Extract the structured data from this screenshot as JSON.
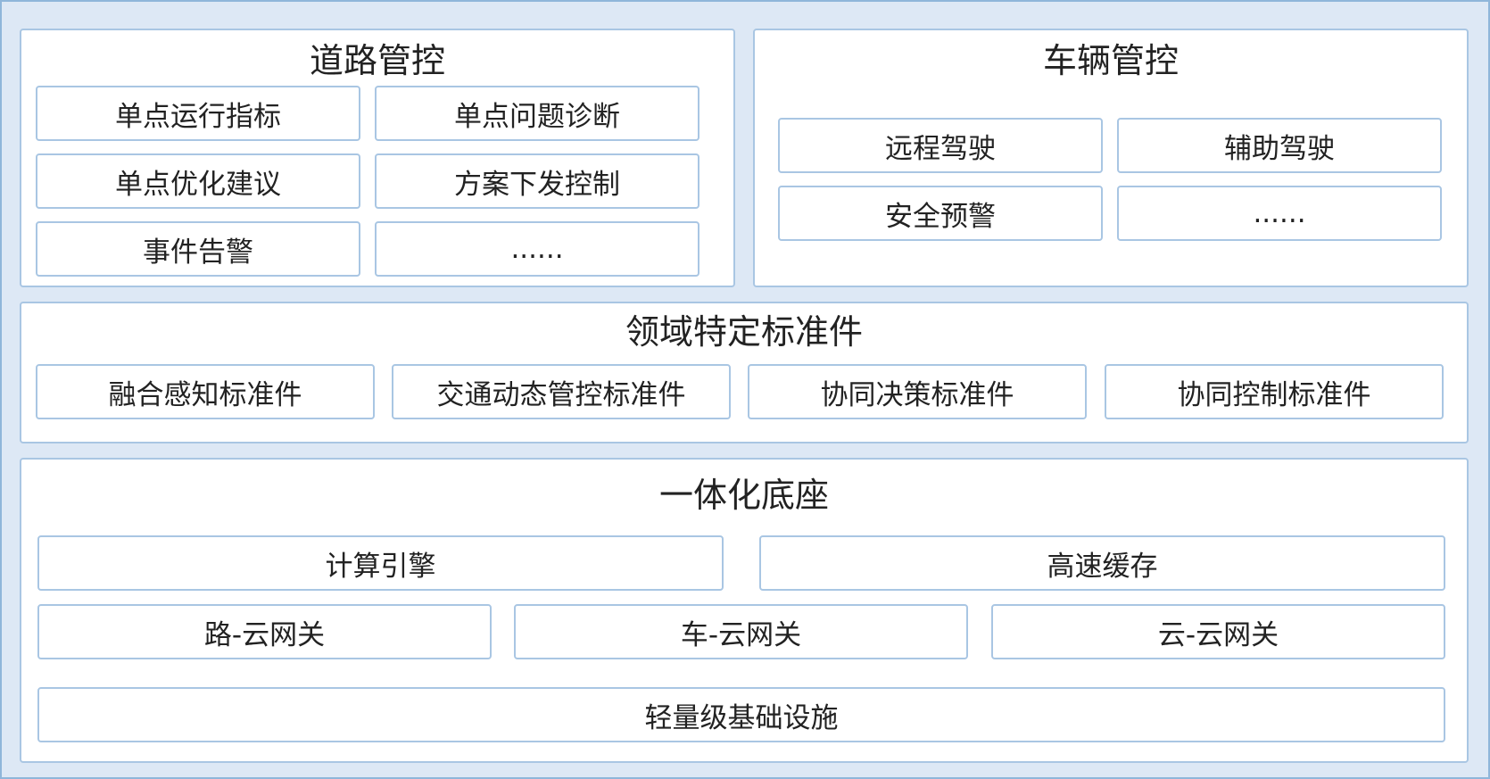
{
  "colors": {
    "background": "#dde8f5",
    "panel_fill": "#ffffff",
    "border": "#a9c6e3",
    "text": "#222222"
  },
  "road_control": {
    "title": "道路管控",
    "items": [
      "单点运行指标",
      "单点问题诊断",
      "单点优化建议",
      "方案下发控制",
      "事件告警",
      "......"
    ]
  },
  "vehicle_control": {
    "title": "车辆管控",
    "items": [
      "远程驾驶",
      "辅助驾驶",
      "安全预警",
      "......"
    ]
  },
  "domain_components": {
    "title": "领域特定标准件",
    "items": [
      "融合感知标准件",
      "交通动态管控标准件",
      "协同决策标准件",
      "协同控制标准件"
    ]
  },
  "integrated_base": {
    "title": "一体化底座",
    "row1": [
      "计算引擎",
      "高速缓存"
    ],
    "row2": [
      "路-云网关",
      "车-云网关",
      "云-云网关"
    ],
    "row3": [
      "轻量级基础设施"
    ]
  }
}
